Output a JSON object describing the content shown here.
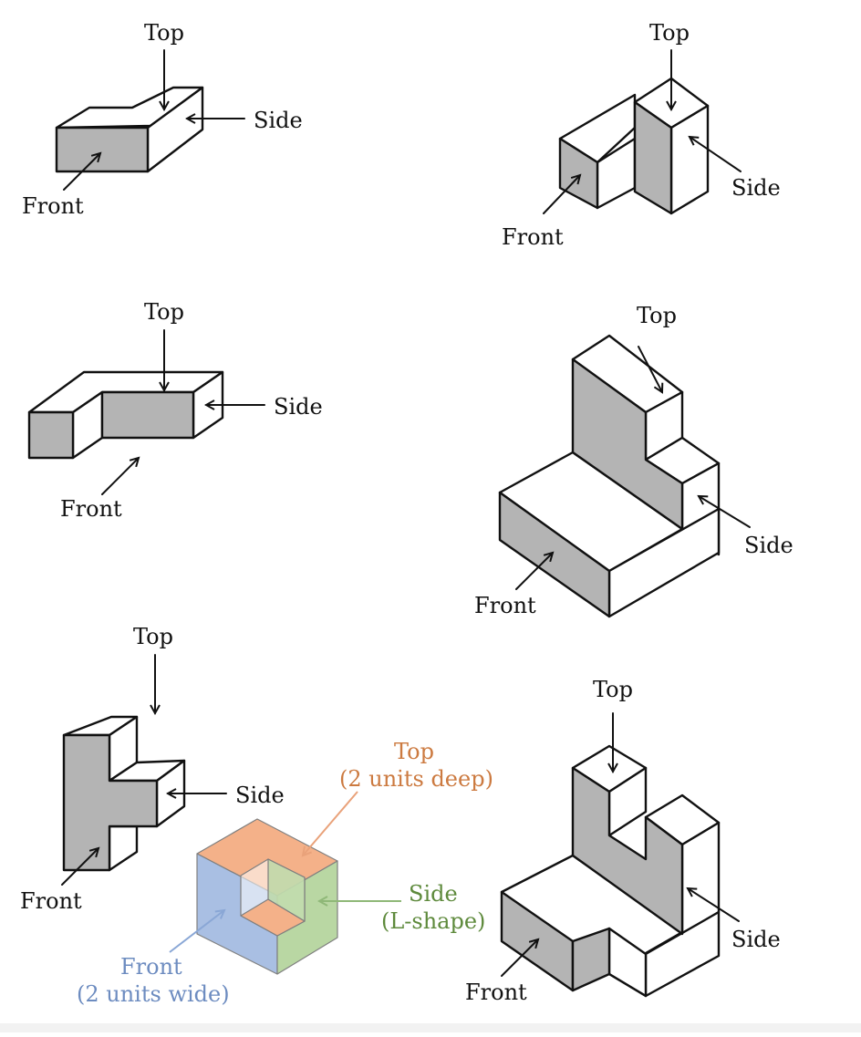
{
  "labels": {
    "top": "Top",
    "side": "Side",
    "front": "Front"
  },
  "legend": {
    "top_title": "Top",
    "top_detail": "(2 units deep)",
    "side_title": "Side",
    "side_detail": "(L-shape)",
    "front_title": "Front",
    "front_detail": "(2 units wide)"
  },
  "colors": {
    "front_face": "#b4b4b4",
    "legend_top": "#f4b189",
    "legend_side": "#b9d7a3",
    "legend_front": "#a9bfe3",
    "legend_top_text": "#cc7a40",
    "legend_side_text": "#5e8a3c",
    "legend_front_text": "#6d8cc0"
  }
}
